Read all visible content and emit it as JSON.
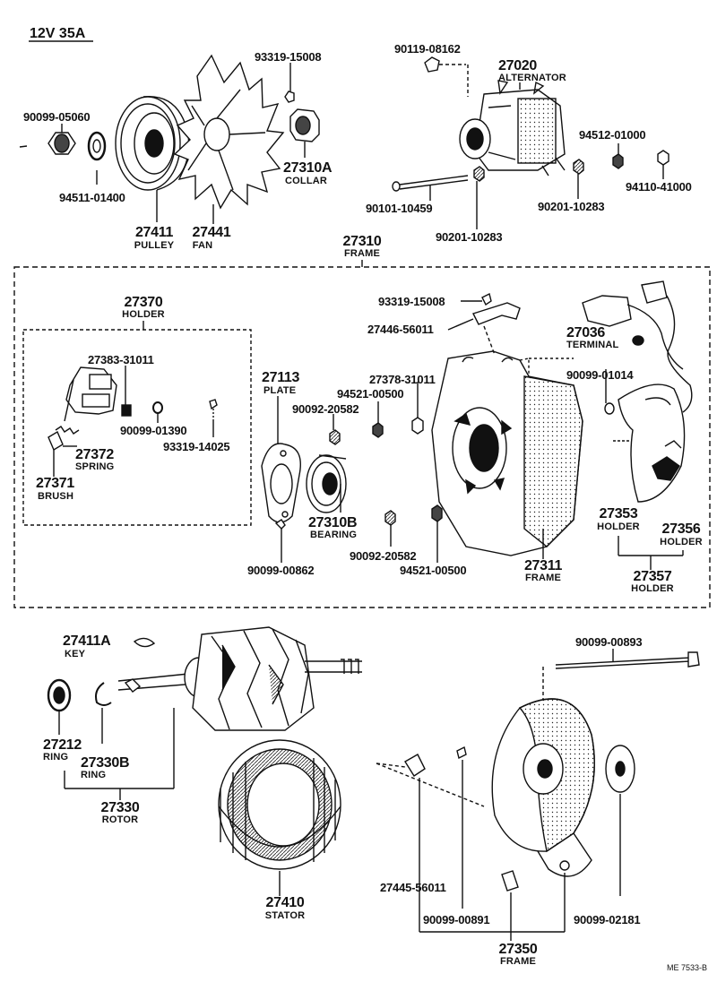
{
  "header": {
    "spec": "12V 35A"
  },
  "footer": {
    "ref": "ME 7533-B"
  },
  "callouts": {
    "p90099_05060": "90099-05060",
    "p94511_01400": "94511-01400",
    "p27411": "27411",
    "pulley": "PULLEY",
    "p27441": "27441",
    "fan": "FAN",
    "p93319_15008_top": "93319-15008",
    "p27310A": "27310A",
    "collar": "COLLAR",
    "p90119_08162": "90119-08162",
    "p27020": "27020",
    "alternator": "ALTERNATOR",
    "p94512_01000": "94512-01000",
    "p94110_41000": "94110-41000",
    "p90101_10459": "90101-10459",
    "p90201_10283_a": "90201-10283",
    "p90201_10283_b": "90201-10283",
    "p27310": "27310",
    "frame_main": "FRAME",
    "p27370": "27370",
    "holder_370": "HOLDER",
    "p27383_31011": "27383-31011",
    "p90099_01390": "90099-01390",
    "p93319_14025": "93319-14025",
    "p27372": "27372",
    "spring": "SPRING",
    "p27371": "27371",
    "brush": "BRUSH",
    "p27113": "27113",
    "plate": "PLATE",
    "p90092_20582_a": "90092-20582",
    "p94521_00500_a": "94521-00500",
    "p27378_31011": "27378-31011",
    "p93319_15008_mid": "93319-15008",
    "p27446_56011": "27446-56011",
    "p27036": "27036",
    "terminal": "TERMINAL",
    "p90099_01014": "90099-01014",
    "p27310B": "27310B",
    "bearing": "BEARING",
    "p90099_00862": "90099-00862",
    "p90092_20582_b": "90092-20582",
    "p94521_00500_b": "94521-00500",
    "p27311": "27311",
    "frame_311": "FRAME",
    "p27353": "27353",
    "holder_353": "HOLDER",
    "p27356": "27356",
    "holder_356": "HOLDER",
    "p27357": "27357",
    "holder_357": "HOLDER",
    "p27411A": "27411A",
    "key": "KEY",
    "p27212": "27212",
    "ring_212": "RING",
    "p27330B": "27330B",
    "ring_330B": "RING",
    "p27330": "27330",
    "rotor": "ROTOR",
    "p27410": "27410",
    "stator": "STATOR",
    "p90099_00893": "90099-00893",
    "p27445_56011": "27445-56011",
    "p90099_00891": "90099-00891",
    "p90099_02181": "90099-02181",
    "p27350": "27350",
    "frame_350": "FRAME"
  }
}
